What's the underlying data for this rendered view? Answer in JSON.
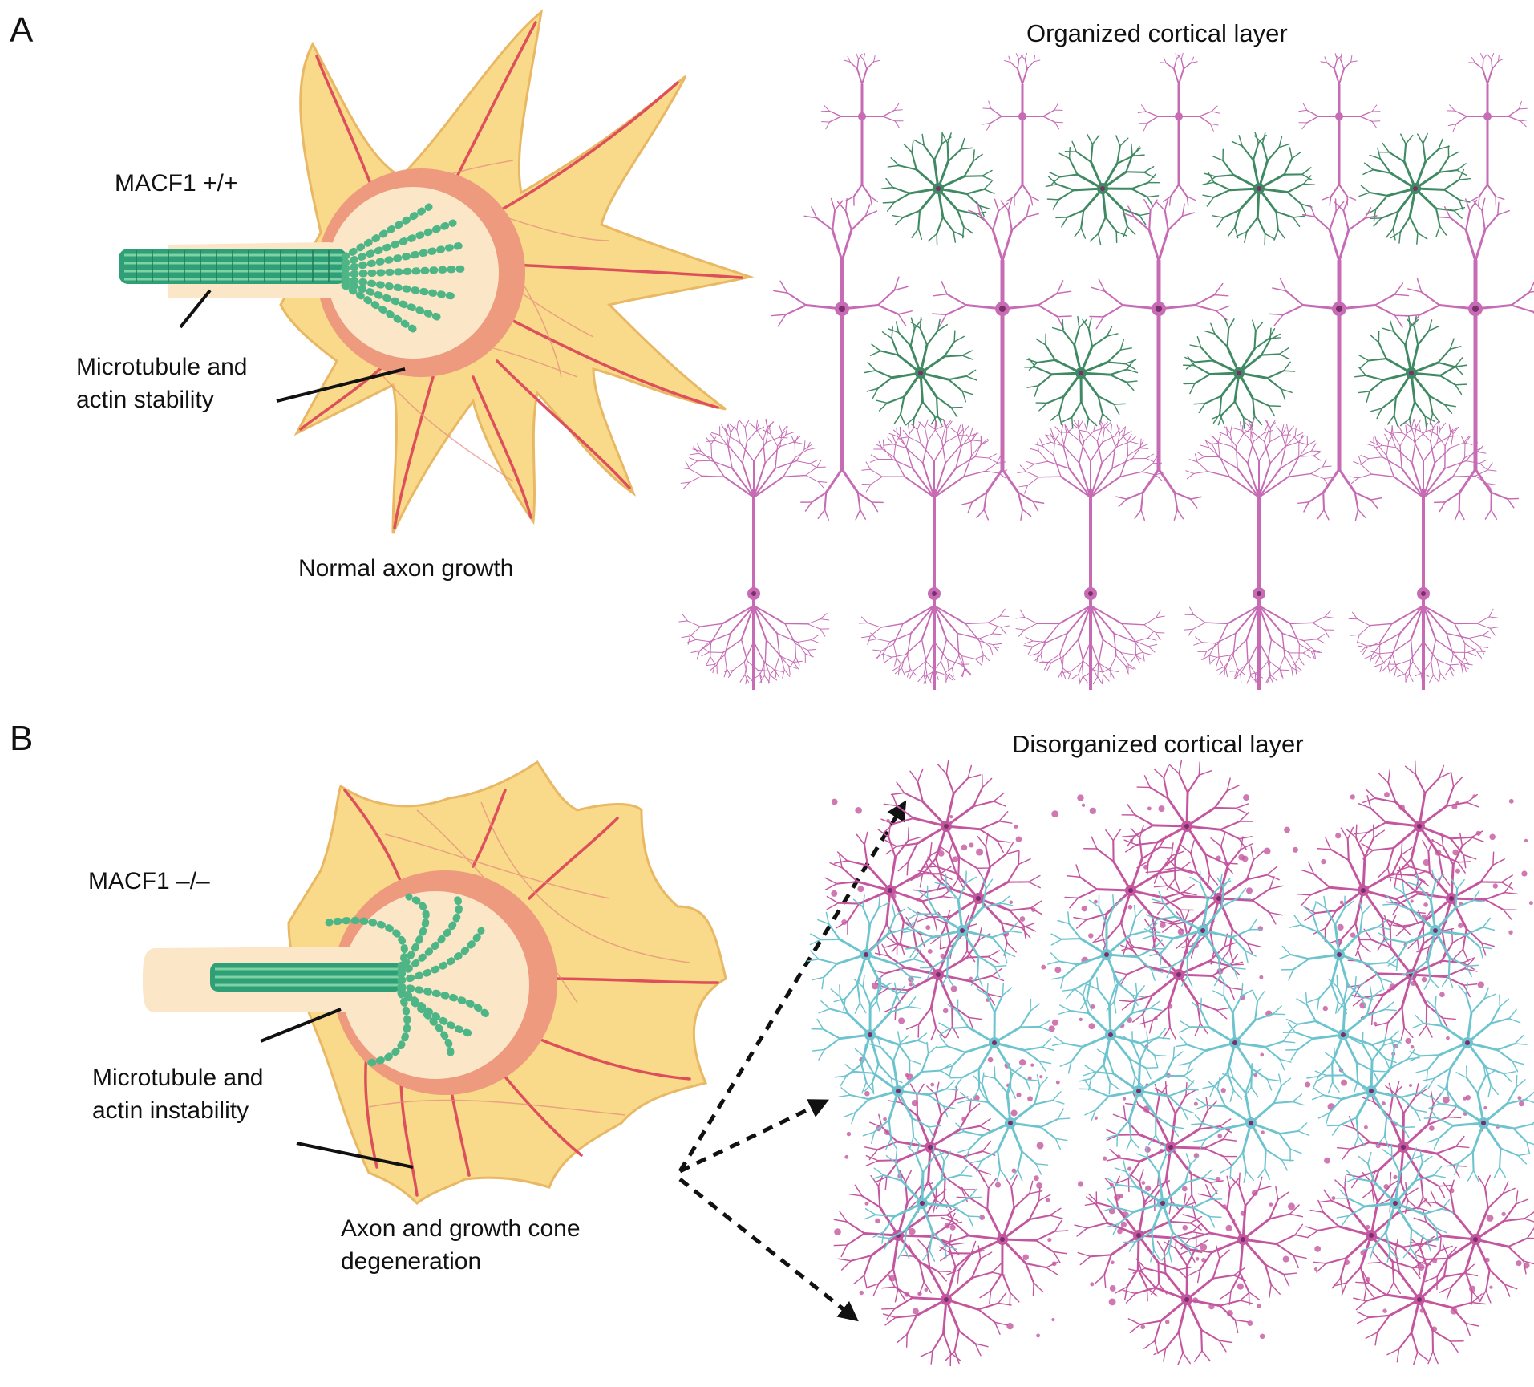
{
  "panels": {
    "a": {
      "letter": "A",
      "genotype": "MACF1 +/+",
      "stability_label": [
        "Microtubule and",
        "actin stability"
      ],
      "growth_label": "Normal axon growth",
      "layer_title": "Organized cortical layer"
    },
    "b": {
      "letter": "B",
      "genotype": "MACF1 –/–",
      "instability_label": [
        "Microtubule and",
        "actin instability"
      ],
      "degeneration_label": [
        "Axon and growth cone",
        "degeneration"
      ],
      "layer_title": "Disorganized cortical layer"
    }
  },
  "colors": {
    "cone_fill": "#f9d98a",
    "cone_edge": "#e9b864",
    "actin": "#de4f5c",
    "ring": "#ee9a7e",
    "core": "#fbe6c7",
    "microtubule": "#2f9f77",
    "microtubule_light": "#7fd2a3",
    "neuron_purple": "#c66bb4",
    "neuron_magenta": "#c4569f",
    "astrocyte_green": "#3f8a63",
    "cyan_cell": "#6dc4cf",
    "arrow": "#111111"
  }
}
